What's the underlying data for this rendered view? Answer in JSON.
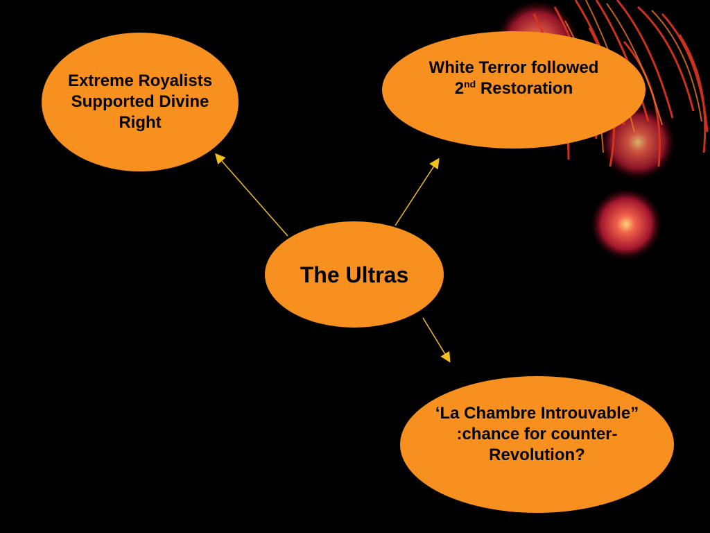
{
  "colors": {
    "background": "#000000",
    "node_fill": "#f7901e",
    "text": "#000000",
    "arrow": "#f2c21b"
  },
  "diagram": {
    "center": {
      "label": "The Ultras"
    },
    "nodes": [
      {
        "id": "royalists",
        "lines": [
          "Extreme Royalists",
          "Supported Divine",
          "Right"
        ]
      },
      {
        "id": "white-terror",
        "line1": "White Terror followed",
        "line2_num": "2",
        "line2_sup": "nd",
        "line2_rest": " Restoration"
      },
      {
        "id": "chambre",
        "lines": [
          "‘La Chambre Introuvable”",
          ":chance for counter-",
          "Revolution?"
        ]
      }
    ]
  },
  "decoration": "firework-icon"
}
